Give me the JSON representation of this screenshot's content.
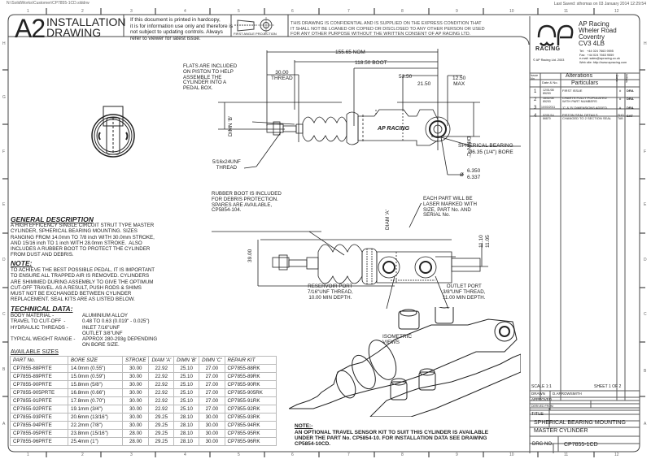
{
  "file_path": "N:\\SolidWorks\\Customer\\CP7855-1CD.slddrw",
  "last_saved": "Last Saved: sthomas on 03 January 2014 12:29:54",
  "zones_top": [
    "1",
    "2",
    "3",
    "4",
    "5",
    "6",
    "7",
    "8",
    "9",
    "10",
    "11",
    "12"
  ],
  "zones_side": [
    "H",
    "G",
    "F",
    "E",
    "D",
    "C",
    "B",
    "A"
  ],
  "header": {
    "sheet_size": "A2",
    "title_line1": "INSTALLATION",
    "title_line2": "DRAWING",
    "hardcopy_notice": "If this document is printed in hardcopy,\nit is for information use only and therefore is\nnot subject to updating controls. Always\nrefer to viewer for latest issue.",
    "projection_label": "FIRST ANGLE PROJECTION",
    "confidential": "THIS DRAWING IS CONFIDENTIAL AND IS SUPPLIED ON THE EXPRESS CONDITION THAT\nIT SHALL NOT BE LOANED OR COPIED OR DISCLOSED TO ANY OTHER PERSON OR USED\nFOR ANY OTHER PURPOSE WITHOUT THE WRITTEN CONSENT OF AP RACING LTD."
  },
  "company": {
    "logo_text": "RACING",
    "name": "AP Racing",
    "address1": "Wheler Road",
    "address2": "Coventry",
    "postcode": "CV3 4LB",
    "tel": "Tel:   +44 024 7663 9595",
    "fax": "Fax:  +44 024 7663 9559",
    "email": "e-mail: sales@apracing.co.uk",
    "web": "Web site: http://www.apracing.com",
    "copyright": "© AP Racing Ltd. 2003"
  },
  "alterations": {
    "title": "Alterations",
    "col_issue": "Issue\nNo.",
    "col_date": "Date & No.",
    "col_particulars": "Particulars",
    "col_zone": "Zone",
    "col_initials": "Initials",
    "rows": [
      {
        "issue": "1",
        "date": "12/01/08\n85253",
        "particulars": "FIRST ISSUE",
        "zone": "#",
        "initials": "DRA"
      },
      {
        "issue": "2",
        "date": "18/02/08\n85253",
        "particulars": "CHARTS FULLY POPULATED\nWITH PART NUMBERS",
        "zone": "#",
        "initials": "DRA"
      },
      {
        "issue": "3",
        "date": "10/03/2011",
        "particulars": "'C' & 'B' DIMENSIONS ADDED.",
        "zone": "#",
        "initials": "DRA"
      },
      {
        "issue": "4",
        "date": "02/01/14\n86870",
        "particulars": "PISTON SEAL DETAILS\nCHANGED TO 2 SECTION SEAL",
        "zone": "SHO\nTAB",
        "initials": "SAT"
      }
    ]
  },
  "top_view": {
    "flats_callout": "FLATS ARE INCLUDED\nON PISTON TO HELP\nASSEMBLE THE\nCYLINDER INTO A\nPEDAL BOX.",
    "thread_dim": "30.00\nTHREAD",
    "overall_dim": "155.65 NOM",
    "boot_dim": "118.50 BOOT",
    "dim_53": "53.50",
    "dim_21": "21.50",
    "dim_max": "12.50\nMAX",
    "dimn_b": "DIMN 'B'",
    "dimn_c": "DIMN 'C'",
    "unf_thread": "5/16x24UNF\nTHREAD",
    "bearing_callout": "SPHERICAL BEARING\nØ6.35 (1/4\") BORE",
    "bore_tol_upper": "6.350",
    "bore_tol_lower": "6.337",
    "body_logo": "AP RACING"
  },
  "side_view": {
    "boot_callout": "RUBBER BOOT IS INCLUDED\nFOR DEBRIS PROTECTION.\nSPARES ARE AVAILABLE,\nCP5854-104.",
    "laser_callout": "EACH PART WILL BE\nLASER MARKED WITH\nSIZE, PART No. AND\nSERIAL No.",
    "diam_a": "DIAM 'A'",
    "height_dim": "39.00",
    "tol_upper": "11.10",
    "tol_lower": "11.05",
    "reservoir_port": "RESERVOIR PORT\n7/16\"UNF THREAD,\n10.00 MIN DEPTH.",
    "outlet_port": "OUTLET PORT\n3/8\"UNF THREAD,\n11.00 MIN DEPTH."
  },
  "isometric_label": "ISOMETRIC\nVIEWS",
  "general": {
    "heading": "GENERAL DESCRIPTION",
    "text": "A HIGH EFFICENCY SINGLE CIRCUIT STRUT TYPE MASTER\nCYLINDER, SPHERICAL BEARING MOUNTING. SIZES\nRANGING FROM 14.0mm TO 7/8 inch WITH 30.0mm STROKE,\nAND 15/16 inch TO 1 inch WITH 28.0mm STROKE.  ALSO\nINCLUDES A RUBBER BOOT TO PROTECT THE CYLINDER\nFROM DUST AND DEBRIS."
  },
  "note": {
    "heading": "NOTE:",
    "text": "TO ACHIEVE THE BEST POSSIBLE PEDAL, IT IS IMPORTANT\nTO ENSURE ALL TRAPPED AIR IS REMOVED. CYLINDERS\nARE SHIMMED DURING ASSEMBLY TO GIVE THE OPTIMUM\nCUT-OFF TRAVEL. AS A RESULT, PUSH RODS & SHIMS\nMUST NOT BE EXCHANGED BETWEEN CYLINDER\nREPLACEMENT. SEAL KITS ARE AS LISTED BELOW."
  },
  "technical": {
    "heading": "TECHNICAL DATA:",
    "labels": "BODY MATERIAL -\nTRAVEL TO CUT-OFF  -\nHYDRAULIC THREADS -\n\nTYPICAL WEIGHT RANGE -",
    "values": "ALUMINIUM ALLOY\n0.48 TO 0.63 (0.019\" - 0.025\")\nINLET 7/16\"UNF\nOUTLET 3/8\"UNF\nAPPROX 280-293g DEPENDING\nON BORE SIZE."
  },
  "sizes": {
    "heading": "AVAILABLE SIZES",
    "columns": [
      "PART No.",
      "BORE SIZE",
      "STROKE",
      "DIAM 'A'",
      "DIMN 'B'",
      "DIMN 'C'",
      "REPAIR KIT"
    ],
    "rows": [
      [
        "CP7855-88PRTE",
        "14.0mm (0.55\")",
        "30.00",
        "22.92",
        "25.10",
        "27.00",
        "CP7855-88RK"
      ],
      [
        "CP7855-89PRTE",
        "15.0mm (0.59\")",
        "30.00",
        "22.92",
        "25.10",
        "27.00",
        "CP7855-89RK"
      ],
      [
        "CP7855-90PRTE",
        "15.8mm (5/8\")",
        "30.00",
        "22.92",
        "25.10",
        "27.00",
        "CP7855-90RK"
      ],
      [
        "CP7855-905PRTE",
        "16.8mm (0.66\")",
        "30.00",
        "22.92",
        "25.10",
        "27.00",
        "CP7855-905RK"
      ],
      [
        "CP7855-91PRTE",
        "17.8mm (0.70\")",
        "30.00",
        "22.92",
        "25.10",
        "27.00",
        "CP7855-91RK"
      ],
      [
        "CP7855-92PRTE",
        "19.1mm (3/4\")",
        "30.00",
        "22.92",
        "25.10",
        "27.00",
        "CP7855-92RK"
      ],
      [
        "CP7855-93PRTE",
        "20.6mm (13/16\")",
        "30.00",
        "29.25",
        "28.10",
        "30.00",
        "CP7855-93RK"
      ],
      [
        "CP7855-94PRTE",
        "22.2mm (7/8\")",
        "30.00",
        "29.25",
        "28.10",
        "30.00",
        "CP7855-94RK"
      ],
      [
        "CP7855-95PRTE",
        "23.8mm (15/16\")",
        "28.00",
        "29.25",
        "28.10",
        "30.00",
        "CP7855-95RK"
      ],
      [
        "CP7855-96PRTE",
        "25.4mm (1\")",
        "28.00",
        "29.25",
        "28.10",
        "30.00",
        "CP7855-96RK"
      ]
    ]
  },
  "bottom_note": {
    "heading": "NOTE:-",
    "text": "AN OPTIONAL TRAVEL SENSOR KIT TO SUIT THIS CYLINDER IS AVAILABLE\nUNDER THE PART No. CP5854-10. FOR INSTALLATION DATA SEE DRAWING\nCP5854-10CD."
  },
  "title_block": {
    "scale": "SCALE 1:1",
    "sheet": "SHEET 1 OF 2",
    "drawn_label": "DRAWN",
    "drawn_value": "D.ARROWSMITH",
    "approved_label": "APPROVED",
    "derived_label": "DERIVED FROM",
    "title_label": "TITLE",
    "title_line1": "SPHERICAL BEARING MOUNTING",
    "title_line2": "MASTER CYLINDER",
    "drg_label": "DRG NO.",
    "drg_value": "CP7855-1CD"
  }
}
